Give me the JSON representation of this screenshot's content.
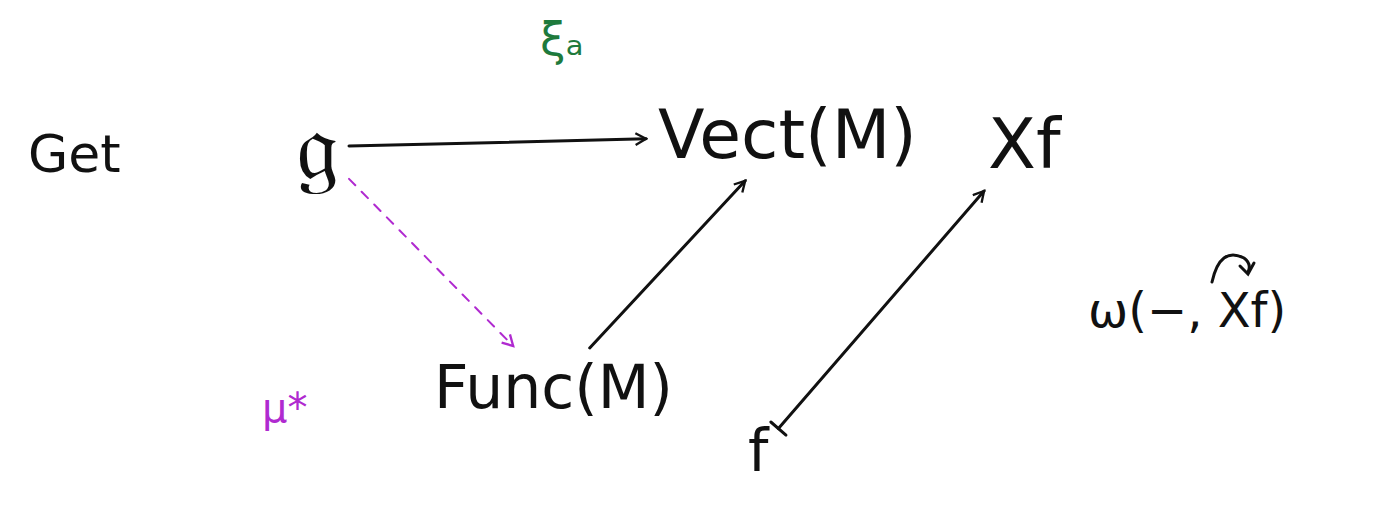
{
  "diagram": {
    "nodes": [
      {
        "text": [
          "𝔤"
        ]
      },
      {
        "text": [
          "Vect(M)"
        ]
      },
      {
        "text": [
          "Func(M)"
        ]
      },
      {
        "text": [
          "f"
        ]
      },
      {
        "text": [
          "Xf"
        ]
      }
    ],
    "edges": [
      {
        "from": 0,
        "to": 1,
        "arrow": "to",
        "label": "ξₐ"
      },
      {
        "from": 0,
        "to": 2,
        "arrow": "to",
        "label": "μ*"
      },
      {
        "from": 2,
        "to": 1,
        "arrow": "to"
      },
      {
        "from": 3,
        "to": 4,
        "arrow": "to"
      }
    ],
    "labels": [
      "Get",
      "ω(−, Xf)"
    ]
  }
}
